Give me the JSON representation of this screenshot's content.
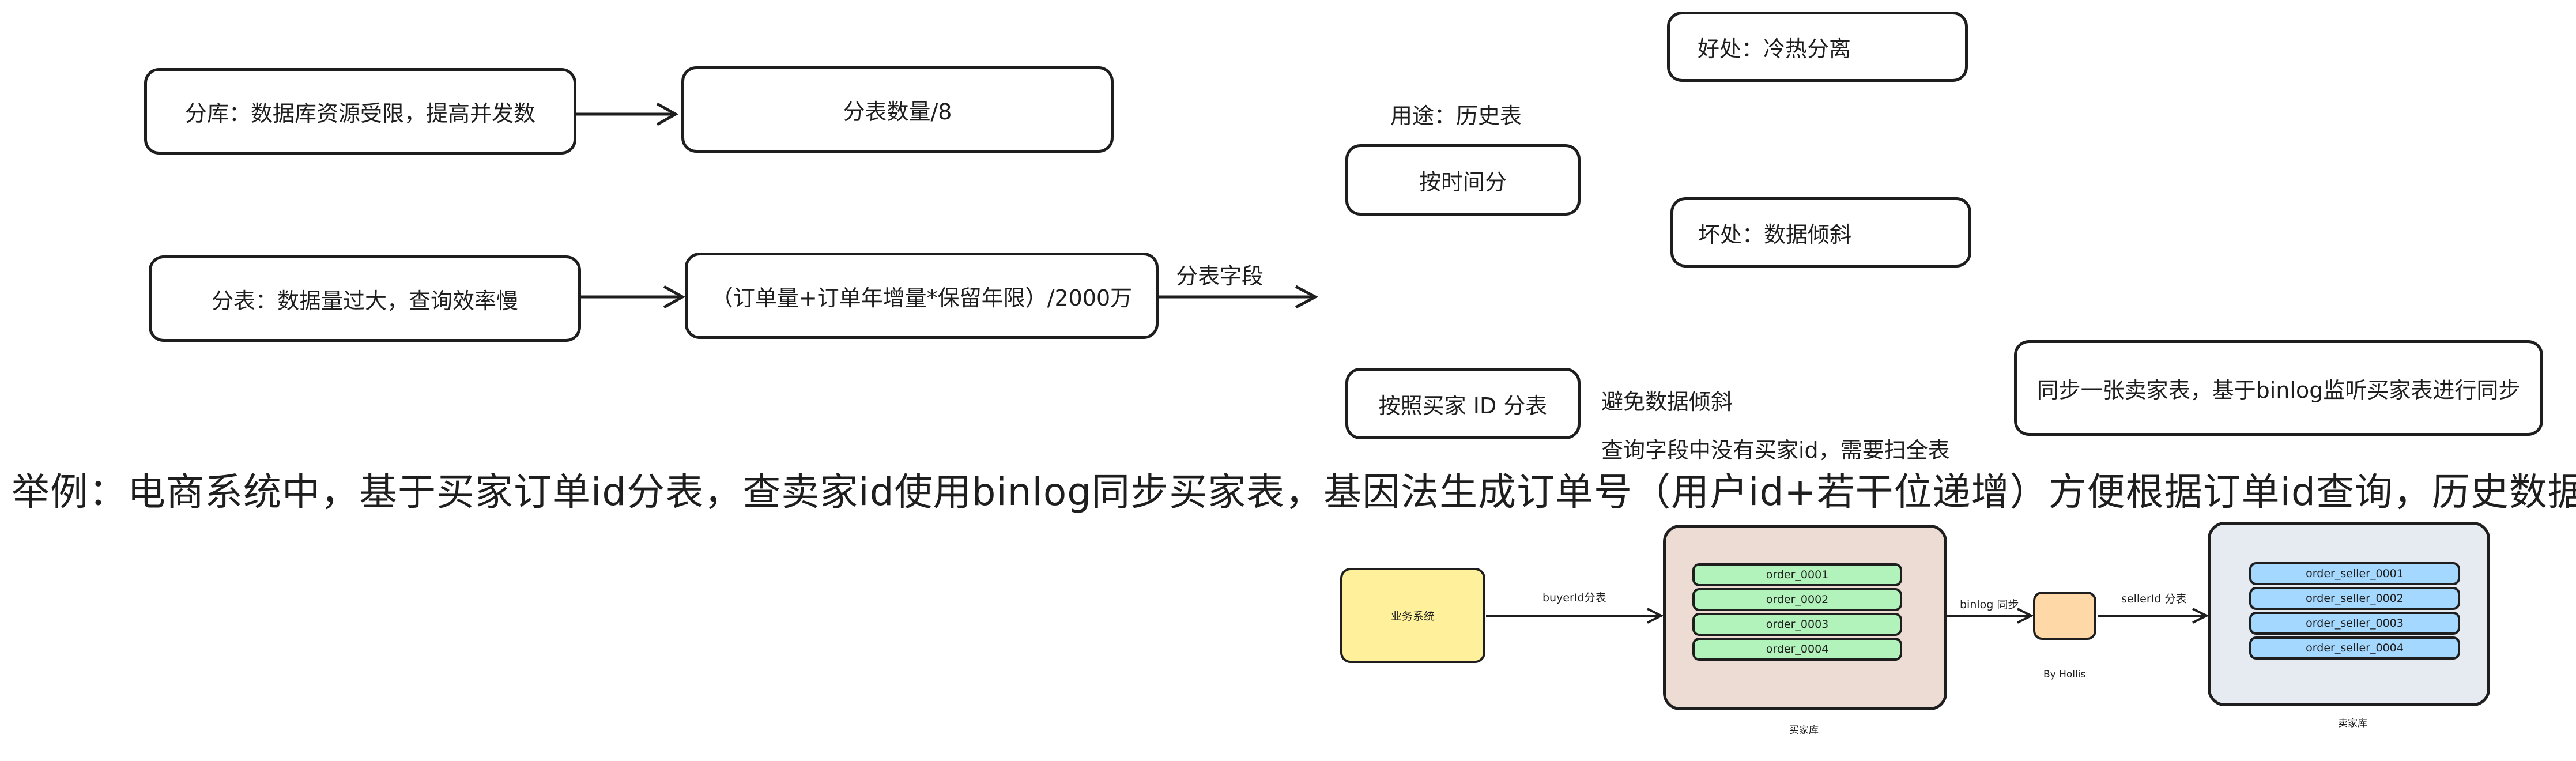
{
  "top_left": {
    "fenku": "分库：数据库资源受限，提高并发数",
    "fenbiao_count": "分表数量/8",
    "fenbiao": "分表：数据量过大，查询效率慢",
    "formula": "（订单量+订单年增量*保留年限）/2000万",
    "field_label": "分表字段"
  },
  "middle": {
    "usage": "用途：历史表",
    "by_time": "按时间分",
    "pro": "好处：冷热分离",
    "con": "坏处：数据倾斜",
    "by_buyer": "按照买家 ID 分表",
    "avoid_skew": "避免数据倾斜",
    "no_buyer_id": "查询字段中没有买家id，需要扫全表",
    "sync_seller": "同步一张卖家表，基于binlog监听买家表进行同步"
  },
  "headline": "举例：电商系统中，基于买家订单id分表，查卖家id使用binlog同步买家表，基因法生成订单号（用户id+若干位递增）方便根据订单id查询，历史数据归档",
  "bottom_diagram": {
    "business": "业务系统",
    "buyer_split": "buyerId分表",
    "buyer_tables": [
      "order_0001",
      "order_0002",
      "order_0003",
      "order_0004"
    ],
    "buyer_db": "买家库",
    "binlog_sync": "binlog 同步",
    "seller_split": "sellerId 分表",
    "seller_tables": [
      "order_seller_0001",
      "order_seller_0002",
      "order_seller_0003",
      "order_seller_0004"
    ],
    "seller_db": "卖家库",
    "author": "By Hollis"
  },
  "colors": {
    "yellow": "#fff09b",
    "buyer_bg": "#eddcd4",
    "seller_bg": "#e6ebf2",
    "green": "#b2f2bb",
    "blue": "#a5d8ff",
    "orange": "#ffd8a8"
  }
}
